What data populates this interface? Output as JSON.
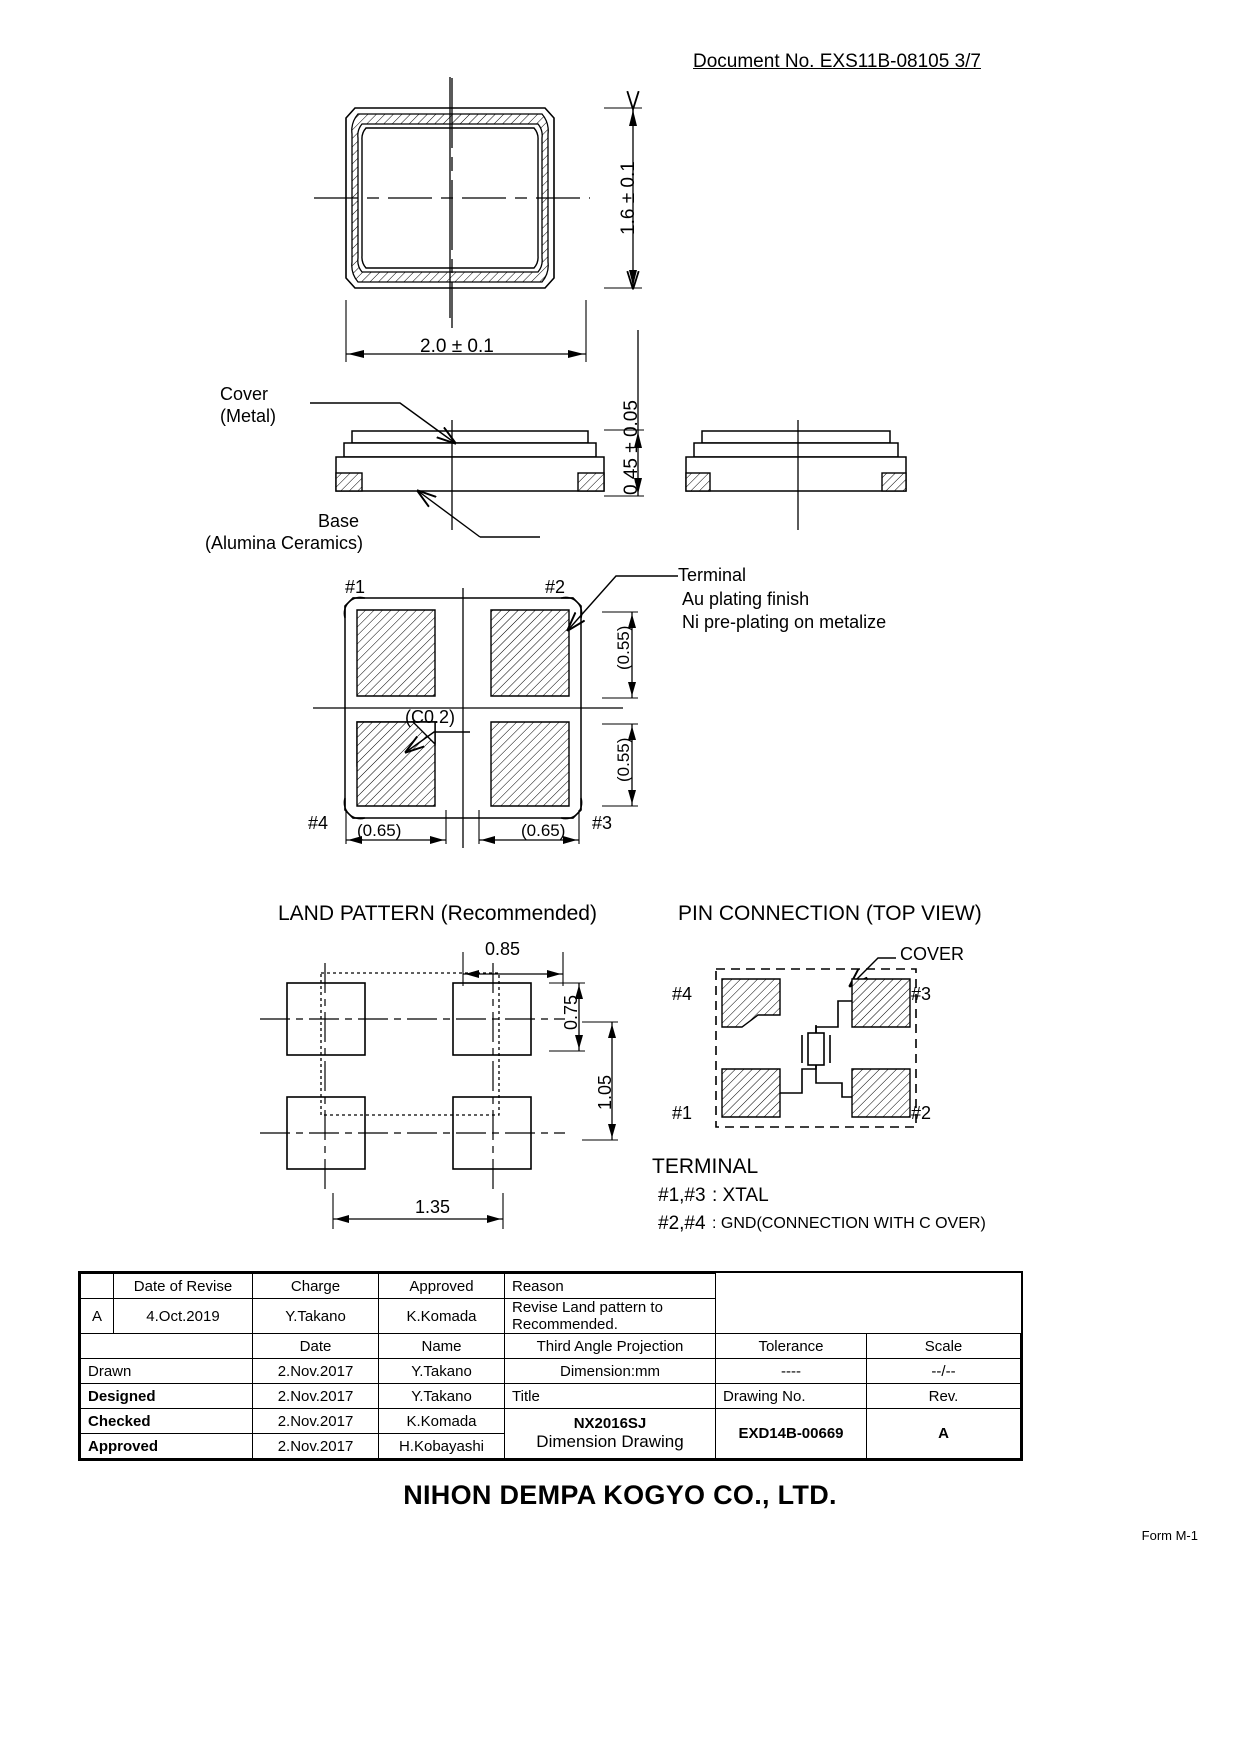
{
  "header": {
    "document_no": "Document No. EXS11B-08105 3/7"
  },
  "top_view": {
    "width_dim": "2.0 ± 0.1",
    "height_dim": "1.6 ± 0.1"
  },
  "side_view": {
    "thickness_dim": "0.45 ± 0.05",
    "cover_label_line1": "Cover",
    "cover_label_line2": "(Metal)",
    "base_label_line1": "Base",
    "base_label_line2": "(Alumina Ceramics)"
  },
  "bottom_view": {
    "pin1": "#1",
    "pin2": "#2",
    "pin3": "#3",
    "pin4": "#4",
    "chamfer": "(C0.2)",
    "pad_h_top": "(0.55)",
    "pad_h_bottom": "(0.55)",
    "pad_w_left": "(0.65)",
    "pad_w_right": "(0.65)",
    "terminal_title": "Terminal",
    "terminal_note1": "Au plating finish",
    "terminal_note2": "Ni pre-plating on metalize"
  },
  "land_pattern": {
    "title": "LAND PATTERN (Recommended)",
    "dim_top": "0.85",
    "dim_right_upper": "0.75",
    "dim_right_lower": "1.05",
    "dim_bottom": "1.35"
  },
  "pin_connection": {
    "title": "PIN CONNECTION (TOP   VIEW)",
    "cover_label": "COVER",
    "pin1": "#1",
    "pin2": "#2",
    "pin3": "#3",
    "pin4": "#4",
    "terminal_heading": "TERMINAL",
    "terminal_line1_pins": "#1,#3",
    "terminal_line1_sep": ": XTAL",
    "terminal_line2_pins": "#2,#4",
    "terminal_line2_sep": ": GND(CONNECTION WITH C OVER)"
  },
  "title_block": {
    "revise_headers": [
      "",
      "Date of Revise",
      "Charge",
      "Approved",
      "Reason"
    ],
    "revise_row": [
      "A",
      "4.Oct.2019",
      "Y.Takano",
      "K.Komada",
      "Revise Land pattern to Recommended."
    ],
    "sub_headers": [
      "",
      "Date",
      "Name",
      "Third Angle Projection",
      "Tolerance",
      "Scale"
    ],
    "dimension_label": "Dimension:mm",
    "tolerance_value": "----",
    "scale_value": "--/--",
    "rows": [
      {
        "role": "Drawn",
        "date": "2.Nov.2017",
        "name": "Y.Takano"
      },
      {
        "role": "Designed",
        "date": "2.Nov.2017",
        "name": "Y.Takano"
      },
      {
        "role": "Checked",
        "date": "2.Nov.2017",
        "name": "K.Komada"
      },
      {
        "role": "Approved",
        "date": "2.Nov.2017",
        "name": "H.Kobayashi"
      }
    ],
    "title_label": "Title",
    "title_main": "NX2016SJ",
    "title_sub": "Dimension Drawing",
    "drawing_no_label": "Drawing No.",
    "drawing_no": "EXD14B-00669",
    "rev_label": "Rev.",
    "rev_value": "A"
  },
  "footer": {
    "company": "NIHON DEMPA KOGYO CO., LTD.",
    "form": "Form M-1"
  },
  "colors": {
    "line": "#000000",
    "background": "#ffffff"
  }
}
